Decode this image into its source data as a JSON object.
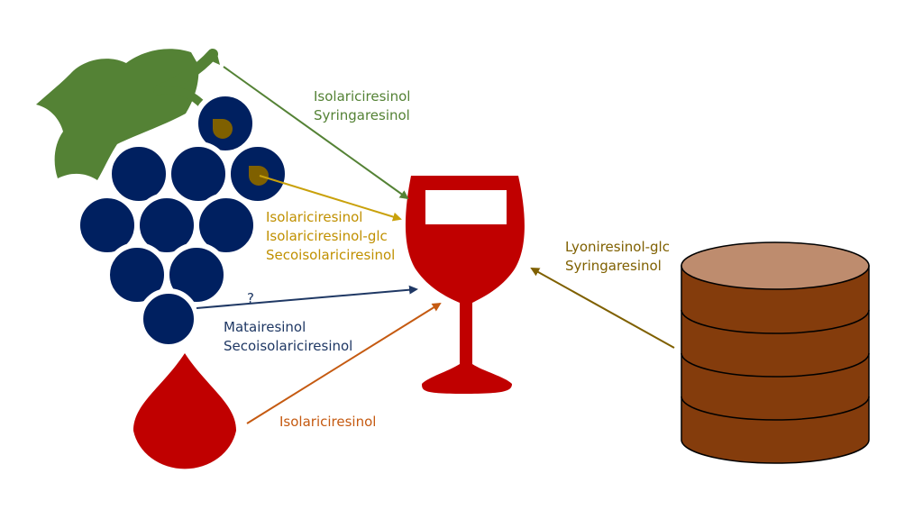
{
  "colors": {
    "leaf": "#548235",
    "grape": "#002060",
    "seed": "#7F6000",
    "wine": "#C00000",
    "juice": "#C00000",
    "barrel_top": "#BE8C6E",
    "barrel_body": "#843C0C",
    "skin_arrow": "#548235",
    "seed_arrow": "#C9A10B",
    "pulp_arrow": "#1F3864",
    "juice_arrow": "#C55A11",
    "barrel_arrow": "#7F6000",
    "skin_text": "#548235",
    "seed_text": "#C09000",
    "pulp_text": "#1F3864",
    "juice_text": "#C55A11",
    "barrel_text": "#7F6000"
  },
  "sources": {
    "leaf_skin": {
      "icon": "grape-leaf-icon",
      "compounds": [
        "Isolariciresinol",
        "Syringaresinol"
      ]
    },
    "seeds": {
      "icon": "grape-seed-icon",
      "compounds": [
        "Isolariciresinol",
        "Isolariciresinol-glc",
        "Secoisolariciresinol"
      ]
    },
    "pulp": {
      "icon": "grape-berry-icon",
      "note": "?",
      "compounds": [
        "Matairesinol",
        "Secoisolariciresinol"
      ]
    },
    "juice": {
      "icon": "juice-drop-icon",
      "compounds": [
        "Isolariciresinol"
      ]
    },
    "barrel": {
      "icon": "oak-barrel-icon",
      "compounds": [
        "Lyoniresinol-glc",
        "Syringaresinol"
      ]
    }
  },
  "target": {
    "icon": "wine-glass-icon"
  }
}
